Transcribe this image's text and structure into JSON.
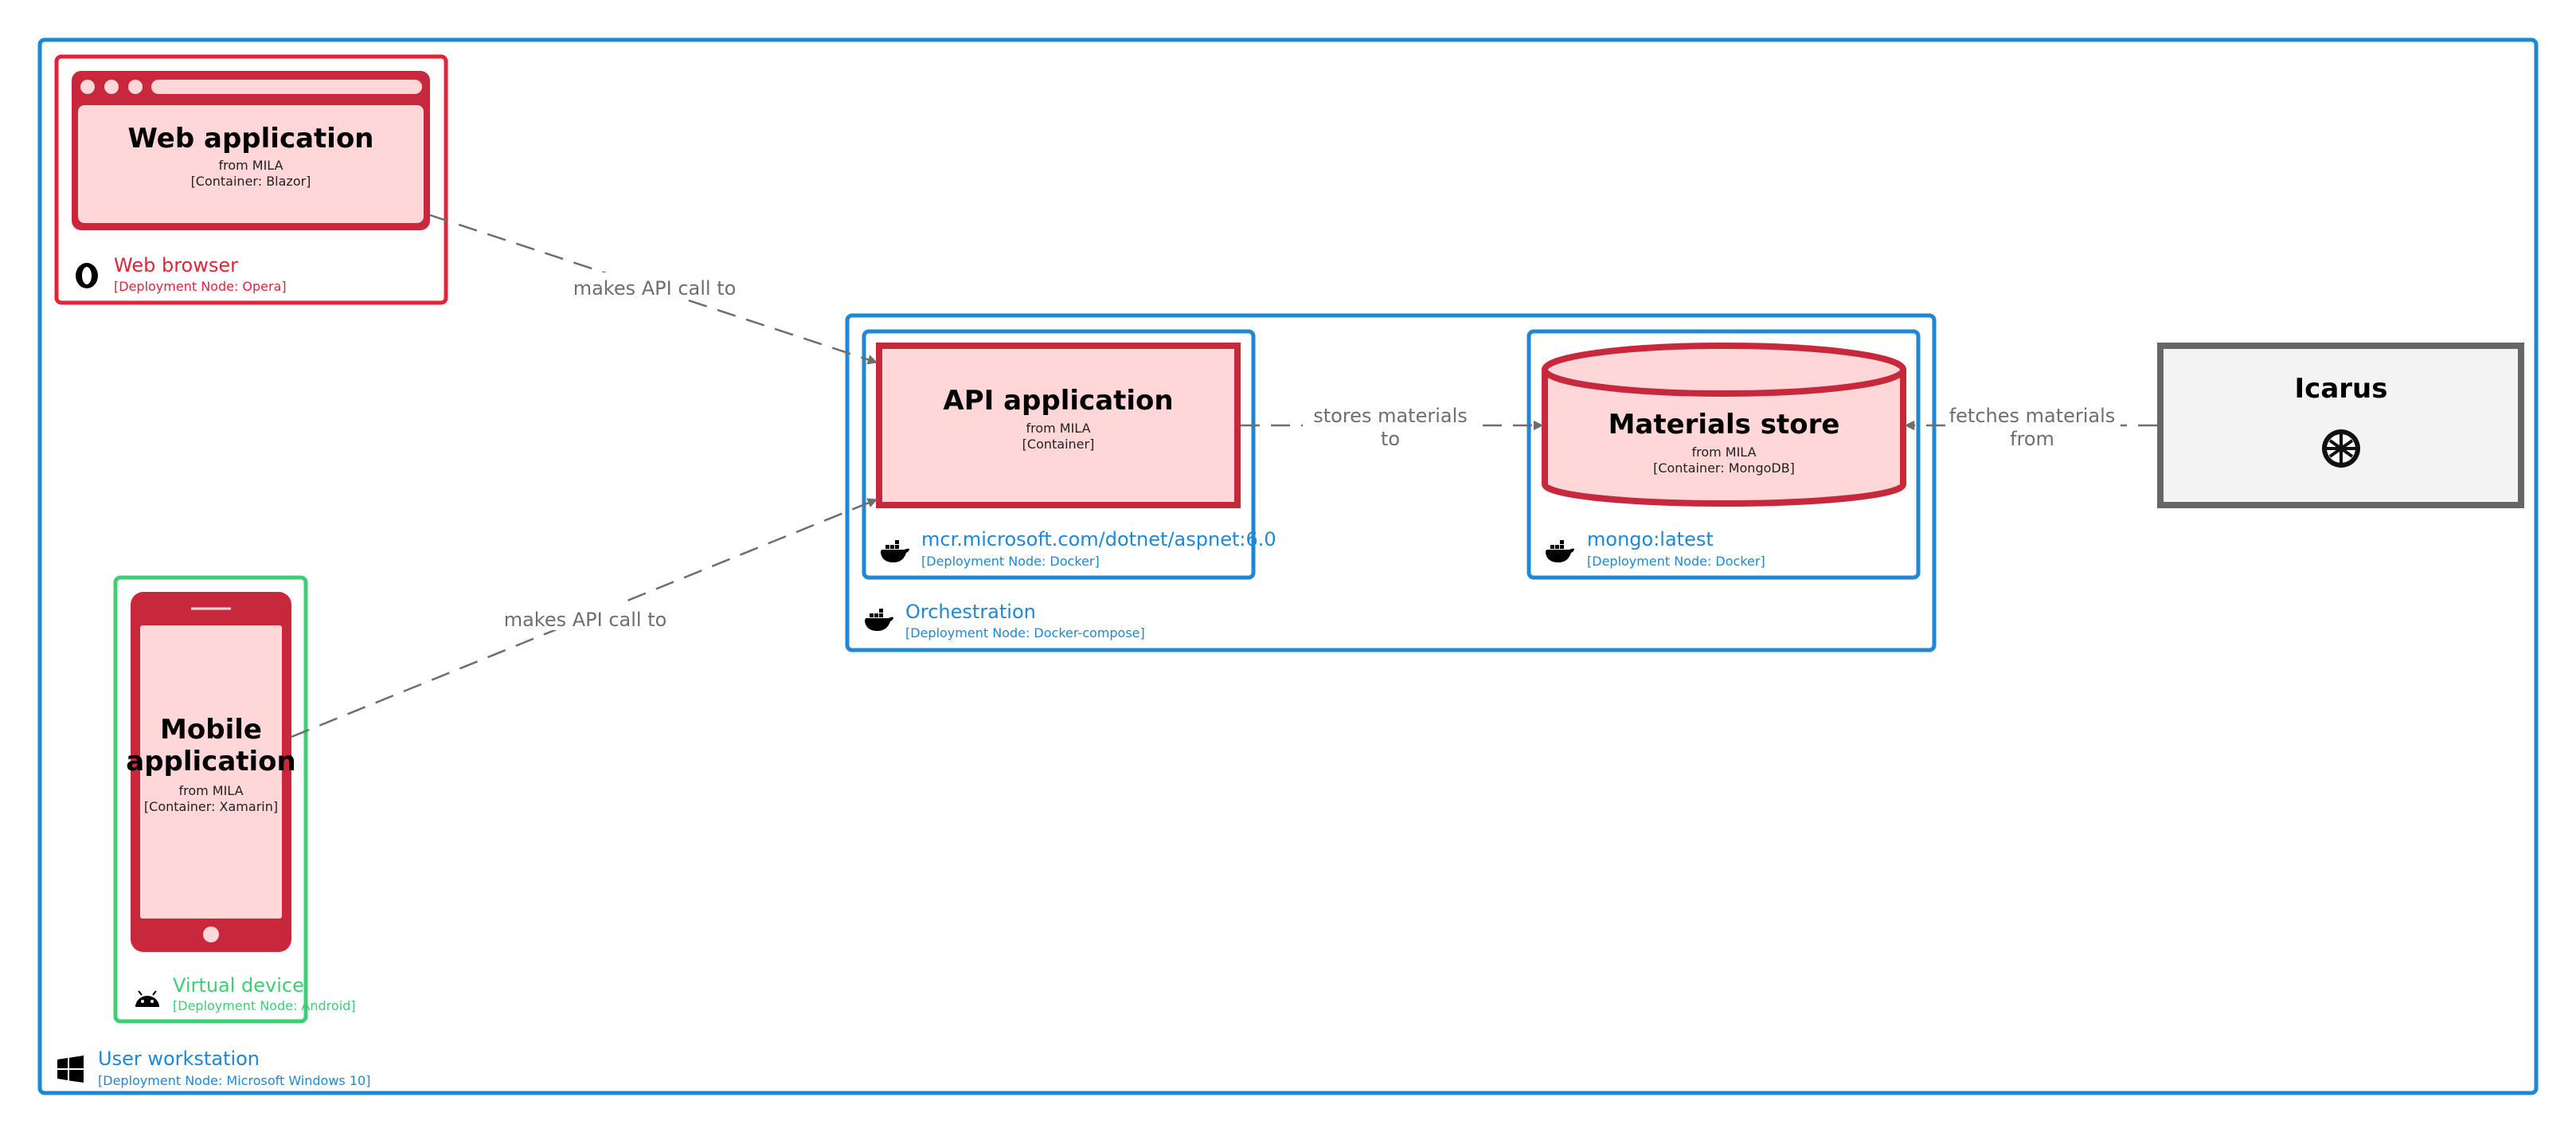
{
  "colors": {
    "blue": "#1e88d6",
    "red_border": "#e0243a",
    "green": "#3ccf76",
    "container_fill": "#ffd7d9",
    "container_border": "#c7283c",
    "icarus_fill": "#f3f3f3",
    "icarus_border": "#666666",
    "relation": "#6e6e6e"
  },
  "deployment_nodes": {
    "user_workstation": {
      "name": "User workstation",
      "tech": "[Deployment Node: Microsoft Windows 10]",
      "icon": "windows-icon"
    },
    "web_browser": {
      "name": "Web browser",
      "tech": "[Deployment Node: Opera]",
      "icon": "opera-icon"
    },
    "virtual_device": {
      "name": "Virtual device",
      "tech": "[Deployment Node: Android]",
      "icon": "android-icon"
    },
    "orchestration": {
      "name": "Orchestration",
      "tech": "[Deployment Node: Docker-compose]",
      "icon": "docker-icon"
    },
    "api_docker": {
      "name": "mcr.microsoft.com/dotnet/aspnet:6.0",
      "tech": "[Deployment Node: Docker]",
      "icon": "docker-icon"
    },
    "mongo_docker": {
      "name": "mongo:latest",
      "tech": "[Deployment Node: Docker]",
      "icon": "docker-icon"
    }
  },
  "containers": {
    "web_app": {
      "title": "Web application",
      "from": "from MILA",
      "tech": "[Container: Blazor]"
    },
    "mobile_app": {
      "title_line1": "Mobile",
      "title_line2": "application",
      "from": "from MILA",
      "tech": "[Container: Xamarin]"
    },
    "api_app": {
      "title": "API application",
      "from": "from MILA",
      "tech": "[Container]"
    },
    "materials_store": {
      "title": "Materials store",
      "from": "from MILA",
      "tech": "[Container: MongoDB]"
    }
  },
  "external_systems": {
    "icarus": {
      "title": "Icarus",
      "icon": "icarus-logo-icon"
    }
  },
  "relationships": {
    "web_to_api": {
      "label": "makes API call to"
    },
    "mobile_to_api": {
      "label": "makes API call to"
    },
    "api_to_store": {
      "line1": "stores materials",
      "line2": "to"
    },
    "icarus_to_store": {
      "line1": "fetches materials",
      "line2": "from"
    }
  }
}
